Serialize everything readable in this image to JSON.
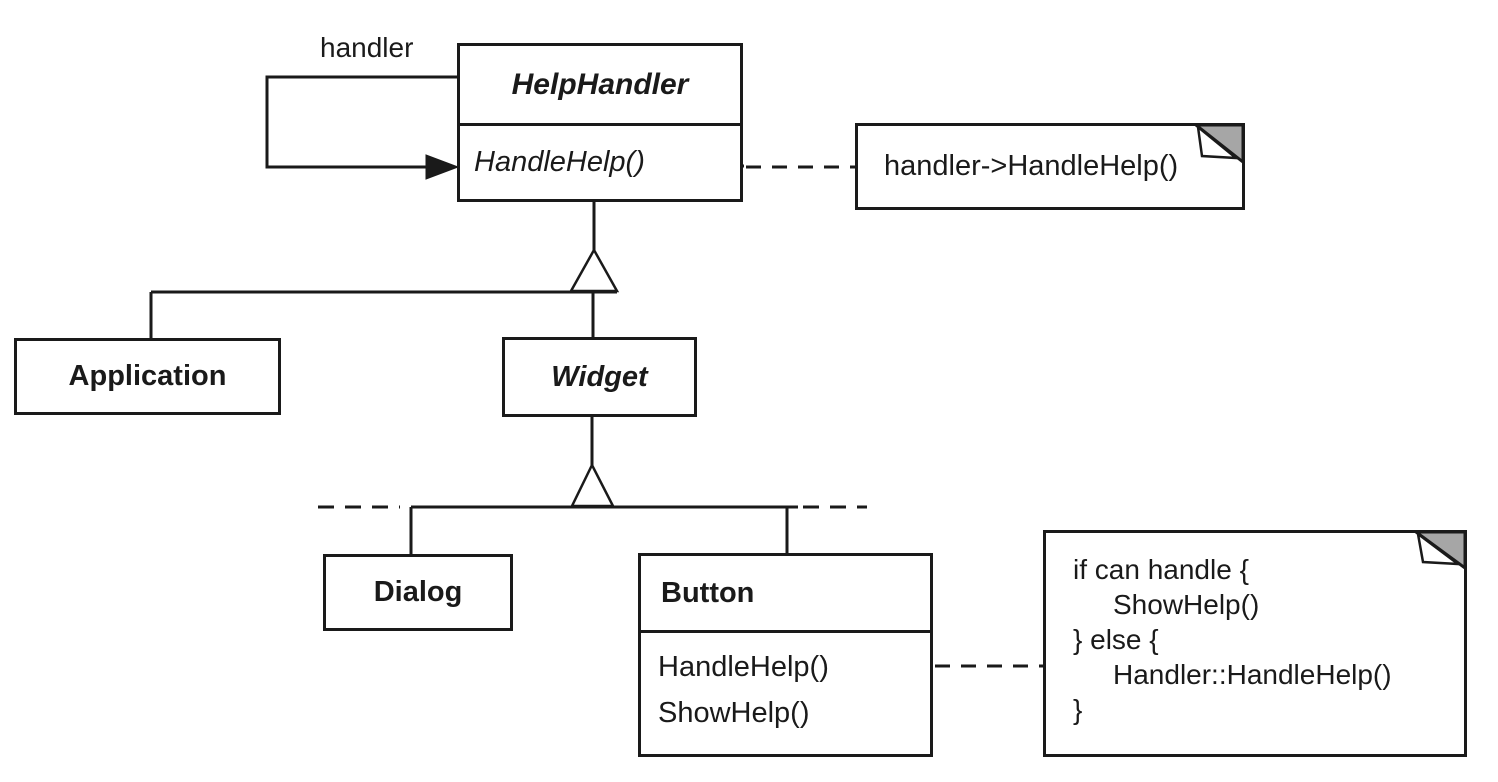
{
  "diagram": {
    "labels": {
      "handler_association": "handler"
    },
    "classes": {
      "helphandler": {
        "name": "HelpHandler",
        "abstract": true,
        "methods": [
          "HandleHelp()"
        ]
      },
      "application": {
        "name": "Application",
        "abstract": false
      },
      "widget": {
        "name": "Widget",
        "abstract": true
      },
      "dialog": {
        "name": "Dialog",
        "abstract": false
      },
      "button": {
        "name": "Button",
        "abstract": false,
        "methods": [
          "HandleHelp()",
          "ShowHelp()"
        ]
      }
    },
    "notes": {
      "helphandler_note": {
        "text": "handler->HandleHelp()"
      },
      "button_note": {
        "lines": [
          "if can handle {",
          "ShowHelp()",
          "} else {",
          "Handler::HandleHelp()",
          "}"
        ]
      }
    },
    "colors": {
      "line": "#1a1a1a",
      "background": "#ffffff",
      "note_fold": "#a6a6a6"
    }
  }
}
